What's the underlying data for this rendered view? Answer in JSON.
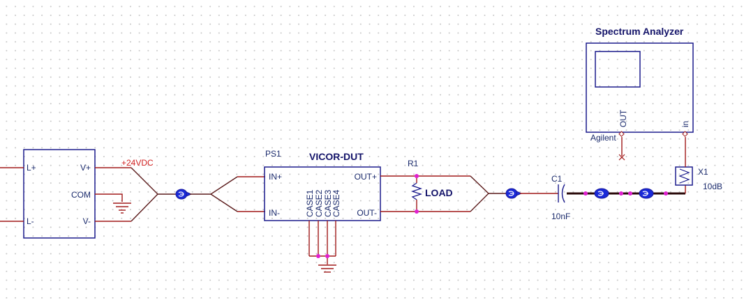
{
  "schematic": {
    "power_supply": {
      "pins": {
        "l_plus": "L+",
        "l_minus": "L-",
        "v_plus": "V+",
        "com": "COM",
        "v_minus": "V-"
      },
      "net_label": "+24VDC"
    },
    "dut": {
      "ref": "PS1",
      "name": "VICOR-DUT",
      "pins": {
        "in_plus": "IN+",
        "in_minus": "IN-",
        "out_plus": "OUT+",
        "out_minus": "OUT-"
      },
      "case_pins": [
        "CASE1",
        "CASE2",
        "CASE3",
        "CASE4"
      ]
    },
    "load": {
      "ref": "R1",
      "name": "LOAD"
    },
    "capacitor": {
      "ref": "C1",
      "value": "10nF"
    },
    "attenuator": {
      "ref": "X1",
      "value": "10dB"
    },
    "analyzer": {
      "title": "Spectrum Analyzer",
      "vendor": "Agilent",
      "pins": {
        "out": "OUT",
        "in": "in"
      }
    },
    "colors": {
      "wire": "#a01818",
      "component": "#1a1a8c",
      "junction": "#e020d0",
      "connector": "#1a2ad8",
      "net_label": "#d02020"
    }
  }
}
